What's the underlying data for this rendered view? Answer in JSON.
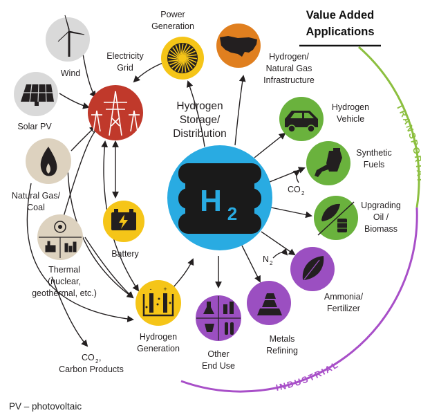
{
  "title": {
    "line1": "Value Added",
    "line2": "Applications"
  },
  "center": {
    "label_lines": [
      "Hydrogen",
      "Storage/",
      "Distribution"
    ],
    "symbol": "H",
    "subscript": "2"
  },
  "arcs": {
    "transportation": "TRANSPORTATION",
    "industrial": "INDUSTRIAL"
  },
  "nodes": {
    "wind": {
      "label": [
        "Wind"
      ],
      "color": "#d9d9d9",
      "icon": "wind-turbine-icon"
    },
    "solar": {
      "label": [
        "Solar PV"
      ],
      "color": "#d9d9d9",
      "icon": "solar-panel-icon"
    },
    "natgas": {
      "label": [
        "Natural Gas/",
        "Coal"
      ],
      "color": "#ddd2bf",
      "icon": "flame-icon"
    },
    "thermal": {
      "label": [
        "Thermal",
        "(nuclear,",
        "geothermal, etc.)"
      ],
      "color": "#ddd2bf",
      "icon": "power-plant-icon"
    },
    "grid": {
      "label": [
        "Electricity",
        "Grid"
      ],
      "color": "#c0392b",
      "icon": "transmission-tower-icon"
    },
    "battery": {
      "label": [
        "Battery"
      ],
      "color": "#f5c518",
      "icon": "battery-icon"
    },
    "h2gen": {
      "label": [
        "Hydrogen",
        "Generation"
      ],
      "color": "#f5c518",
      "icon": "electrolyzer-icon"
    },
    "power": {
      "label": [
        "Power",
        "Generation"
      ],
      "color": "#f5c518",
      "icon": "turbine-icon"
    },
    "infra": {
      "label": [
        "Hydrogen/",
        "Natural Gas",
        "Infrastructure"
      ],
      "color": "#e07f1f",
      "icon": "us-map-icon"
    },
    "vehicle": {
      "label": [
        "Hydrogen",
        "Vehicle"
      ],
      "color": "#6ab23d",
      "icon": "car-icon"
    },
    "fuels": {
      "label": [
        "Synthetic",
        "Fuels"
      ],
      "color": "#6ab23d",
      "icon": "fuel-nozzle-icon"
    },
    "biomass": {
      "label": [
        "Upgrading",
        "Oil /",
        "Biomass"
      ],
      "color": "#6ab23d",
      "icon": "leaf-barrel-icon"
    },
    "ammonia": {
      "label": [
        "Ammonia/",
        "Fertilizer"
      ],
      "color": "#9b4fc1",
      "icon": "leaf-icon"
    },
    "metals": {
      "label": [
        "Metals",
        "Refining"
      ],
      "color": "#9b4fc1",
      "icon": "metal-ingots-icon"
    },
    "enduse": {
      "label": [
        "Other",
        "End Use"
      ],
      "color": "#9b4fc1",
      "icon": "lab-flask-icon"
    }
  },
  "inputs": {
    "co2": "CO",
    "co2_sub": "2",
    "n2": "N",
    "n2_sub": "2"
  },
  "co2_products": {
    "line1": "CO",
    "sub": "2",
    "suffix": ",",
    "line2": "Carbon Products"
  },
  "colors": {
    "transportation": "#8cbf3f",
    "industrial": "#a84fc8",
    "hub": "#29abe2",
    "hub_dark": "#1a1a1a"
  },
  "footnote": "PV – photovoltaic"
}
